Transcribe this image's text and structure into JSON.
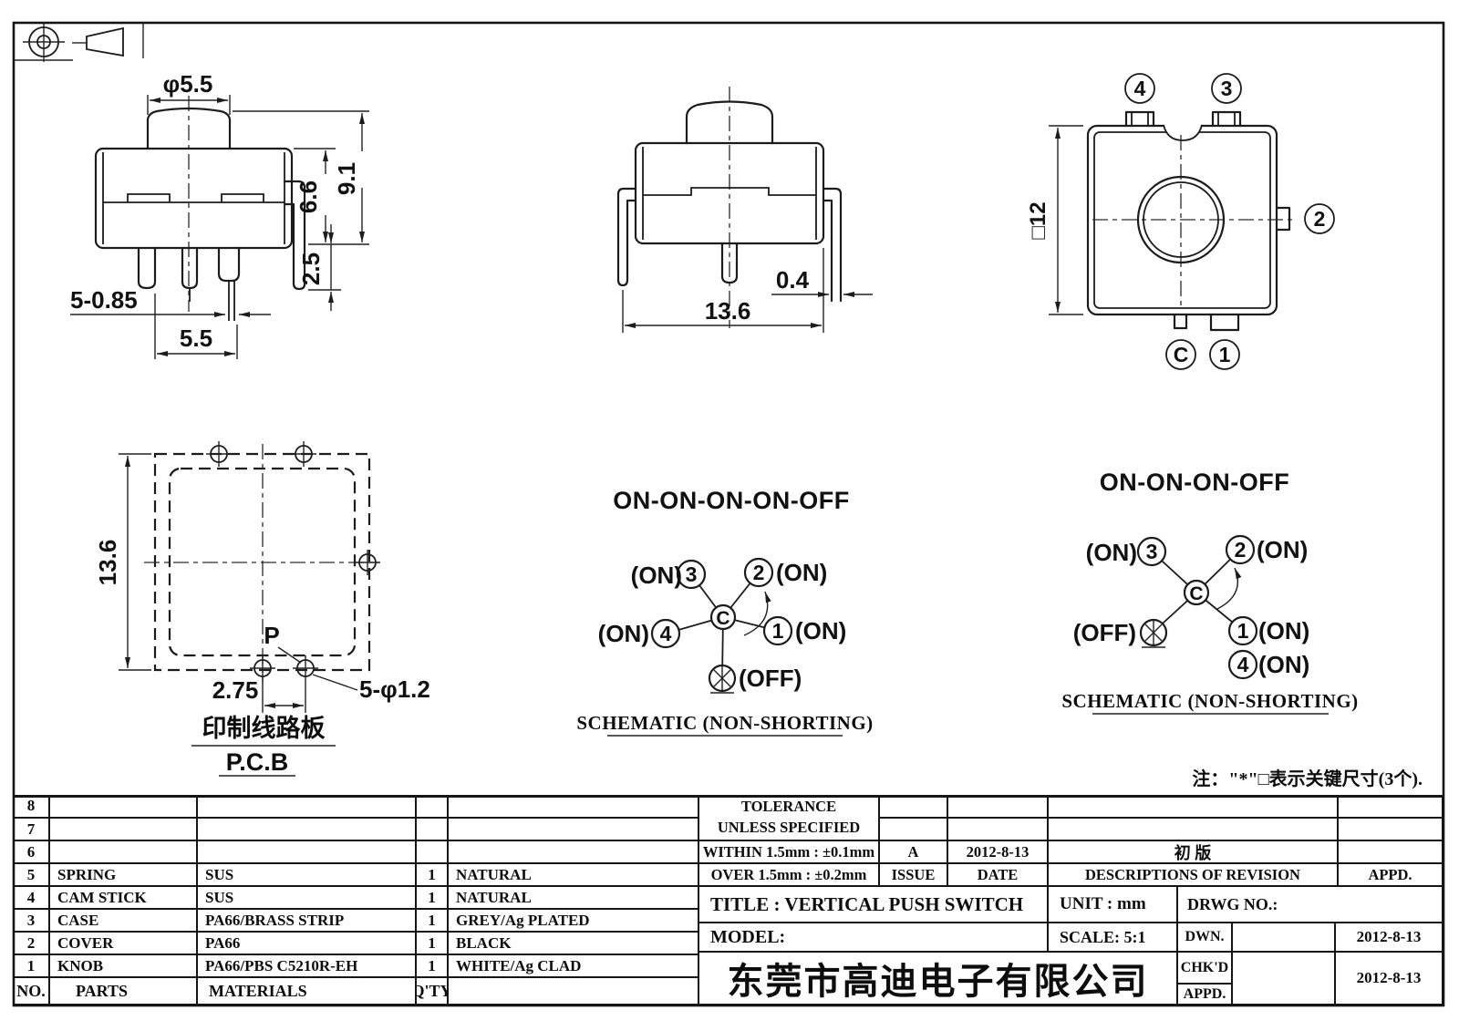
{
  "drawing": {
    "note": "注：\"*\"□表示关键尺寸(3个).",
    "side_view": {
      "dim_button_dia": "φ5.5",
      "dim_total_height": "9.1",
      "dim_body_height": "6.6",
      "dim_bracket": "2.5",
      "dim_pins": "5-0.85",
      "dim_pitch": "5.5"
    },
    "front_view": {
      "dim_width": "13.6",
      "dim_pin_thickness": "0.4"
    },
    "top_view": {
      "dim_square": "□12",
      "terminal_4": "4",
      "terminal_3": "3",
      "terminal_2": "2",
      "terminal_c": "C",
      "terminal_1": "1"
    },
    "pcb_view": {
      "dim_height": "13.6",
      "dim_pitch": "2.75",
      "dim_holes": "5-φ1.2",
      "point_label": "P",
      "caption_cn": "印制线路板",
      "caption_en": "P.C.B"
    },
    "schematic_left": {
      "title": "ON-ON-ON-ON-OFF",
      "caption": "SCHEMATIC (NON-SHORTING)",
      "center": "C",
      "t3": "3",
      "t2": "2",
      "t4": "4",
      "t1": "1",
      "on3": "(ON)",
      "on2": "(ON)",
      "on4": "(ON)",
      "on1": "(ON)",
      "off": "(OFF)"
    },
    "schematic_right": {
      "title": "ON-ON-ON-OFF",
      "caption": "SCHEMATIC (NON-SHORTING)",
      "center": "C",
      "t3": "3",
      "t2": "2",
      "t1": "1",
      "t4": "4",
      "on3": "(ON)",
      "on2": "(ON)",
      "on1": "(ON)",
      "on4": "(ON)",
      "off": "(OFF)"
    }
  },
  "parts_table": {
    "header": {
      "no": "NO.",
      "parts": "PARTS",
      "materials": "MATERIALS",
      "qty": "Q'TY",
      "finish": ""
    },
    "rows": [
      {
        "no": "8",
        "part": "",
        "material": "",
        "qty": "",
        "finish": ""
      },
      {
        "no": "7",
        "part": "",
        "material": "",
        "qty": "",
        "finish": ""
      },
      {
        "no": "6",
        "part": "",
        "material": "",
        "qty": "",
        "finish": ""
      },
      {
        "no": "5",
        "part": "SPRING",
        "material": "SUS",
        "qty": "1",
        "finish": "NATURAL"
      },
      {
        "no": "4",
        "part": "CAM STICK",
        "material": "SUS",
        "qty": "1",
        "finish": "NATURAL"
      },
      {
        "no": "3",
        "part": "CASE",
        "material": "PA66/BRASS STRIP",
        "qty": "1",
        "finish": "GREY/Ag PLATED"
      },
      {
        "no": "2",
        "part": "COVER",
        "material": "PA66",
        "qty": "1",
        "finish": "BLACK"
      },
      {
        "no": "1",
        "part": "KNOB",
        "material": "PA66/PBS C5210R-EH",
        "qty": "1",
        "finish": "WHITE/Ag CLAD"
      }
    ]
  },
  "revision_block": {
    "tolerance_line1": "TOLERANCE",
    "tolerance_line2": "UNLESS  SPECIFIED",
    "within": "WITHIN 1.5mm : ±0.1mm",
    "over": "OVER 1.5mm : ±0.2mm",
    "issue_value": "A",
    "date_value": "2012-8-13",
    "description_value": "初  版",
    "issue_label": "ISSUE",
    "date_label": "DATE",
    "description_label": "DESCRIPTIONS OF REVISION",
    "appd_label": "APPD."
  },
  "title_block": {
    "title": "TITLE :  VERTICAL PUSH SWITCH",
    "unit": "UNIT :  mm",
    "drwg_no": "DRWG NO.:",
    "model": "MODEL:",
    "scale": "SCALE:  5:1",
    "company": "东莞市高迪电子有限公司",
    "dwn": "DWN.",
    "chkd": "CHK'D",
    "appd": "APPD.",
    "dwn_date": "2012-8-13",
    "chkd_date": "2012-8-13"
  }
}
